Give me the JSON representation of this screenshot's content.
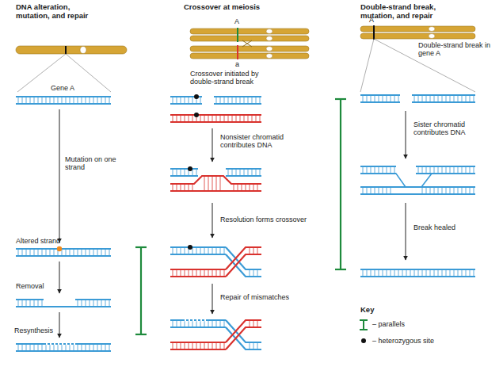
{
  "diagram": {
    "labels": [
      "DNA alteration, mutation, and repair",
      "Crossover at meiosis",
      "Double-strand break, mutation, and repair",
      "A",
      "a",
      "A",
      "Crossover initiated by double-strand break",
      "Gene A",
      "Double-strand break in gene A",
      "Nonsister chromatid contributes DNA",
      "Sister chromatid contributes DNA",
      "Mutation on one strand",
      "Altered strand",
      "Resolution forms crossover",
      "Break healed",
      "Removal",
      "Repair of mismatches",
      "Key",
      "Resynthesis"
    ],
    "legend": [
      {
        "text": "– parallels"
      },
      {
        "text": "– heterozygous site"
      }
    ]
  }
}
